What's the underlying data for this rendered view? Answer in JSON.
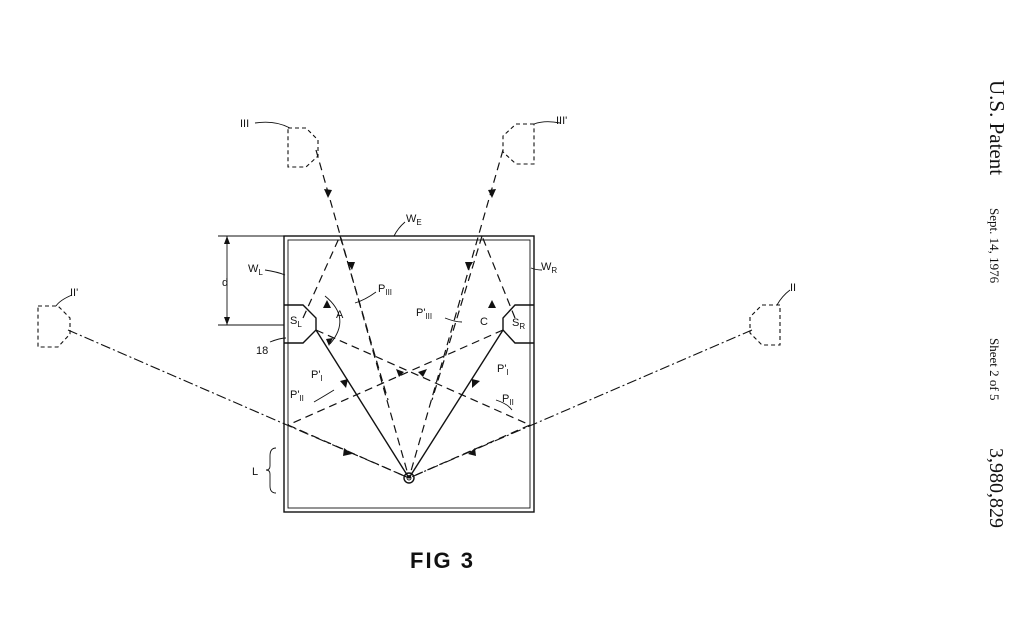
{
  "figure": {
    "caption": "FIG 3"
  },
  "header": {
    "title": "U.S. Patent",
    "date": "Sept. 14, 1976",
    "sheet": "Sheet 2 of 5",
    "number": "3,980,829"
  },
  "labels": {
    "speaker_III_left": "III",
    "speaker_III_right": "III'",
    "speaker_II_left": "II'",
    "speaker_II_right": "II",
    "wall_end": "W",
    "wall_end_sub": "E",
    "wall_left": "W",
    "wall_left_sub": "L",
    "wall_right": "W",
    "wall_right_sub": "R",
    "dim_d": "d",
    "speaker_left": "S",
    "speaker_left_sub": "L",
    "speaker_right": "S",
    "speaker_right_sub": "R",
    "ref_18": "18",
    "angle_A": "A",
    "angle_C": "C",
    "path_PIII": "P",
    "path_PIII_sub": "III",
    "path_PIII_prime": "P'",
    "path_PIII_prime_sub": "III",
    "path_PI_left": "P'",
    "path_PI_left_sub": "I",
    "path_PI_right": "P'",
    "path_PI_right_sub": "I",
    "path_PII_prime": "P'",
    "path_PII_prime_sub": "II",
    "path_PII": "P",
    "path_PII_sub": "II",
    "listener_zone": "L"
  }
}
